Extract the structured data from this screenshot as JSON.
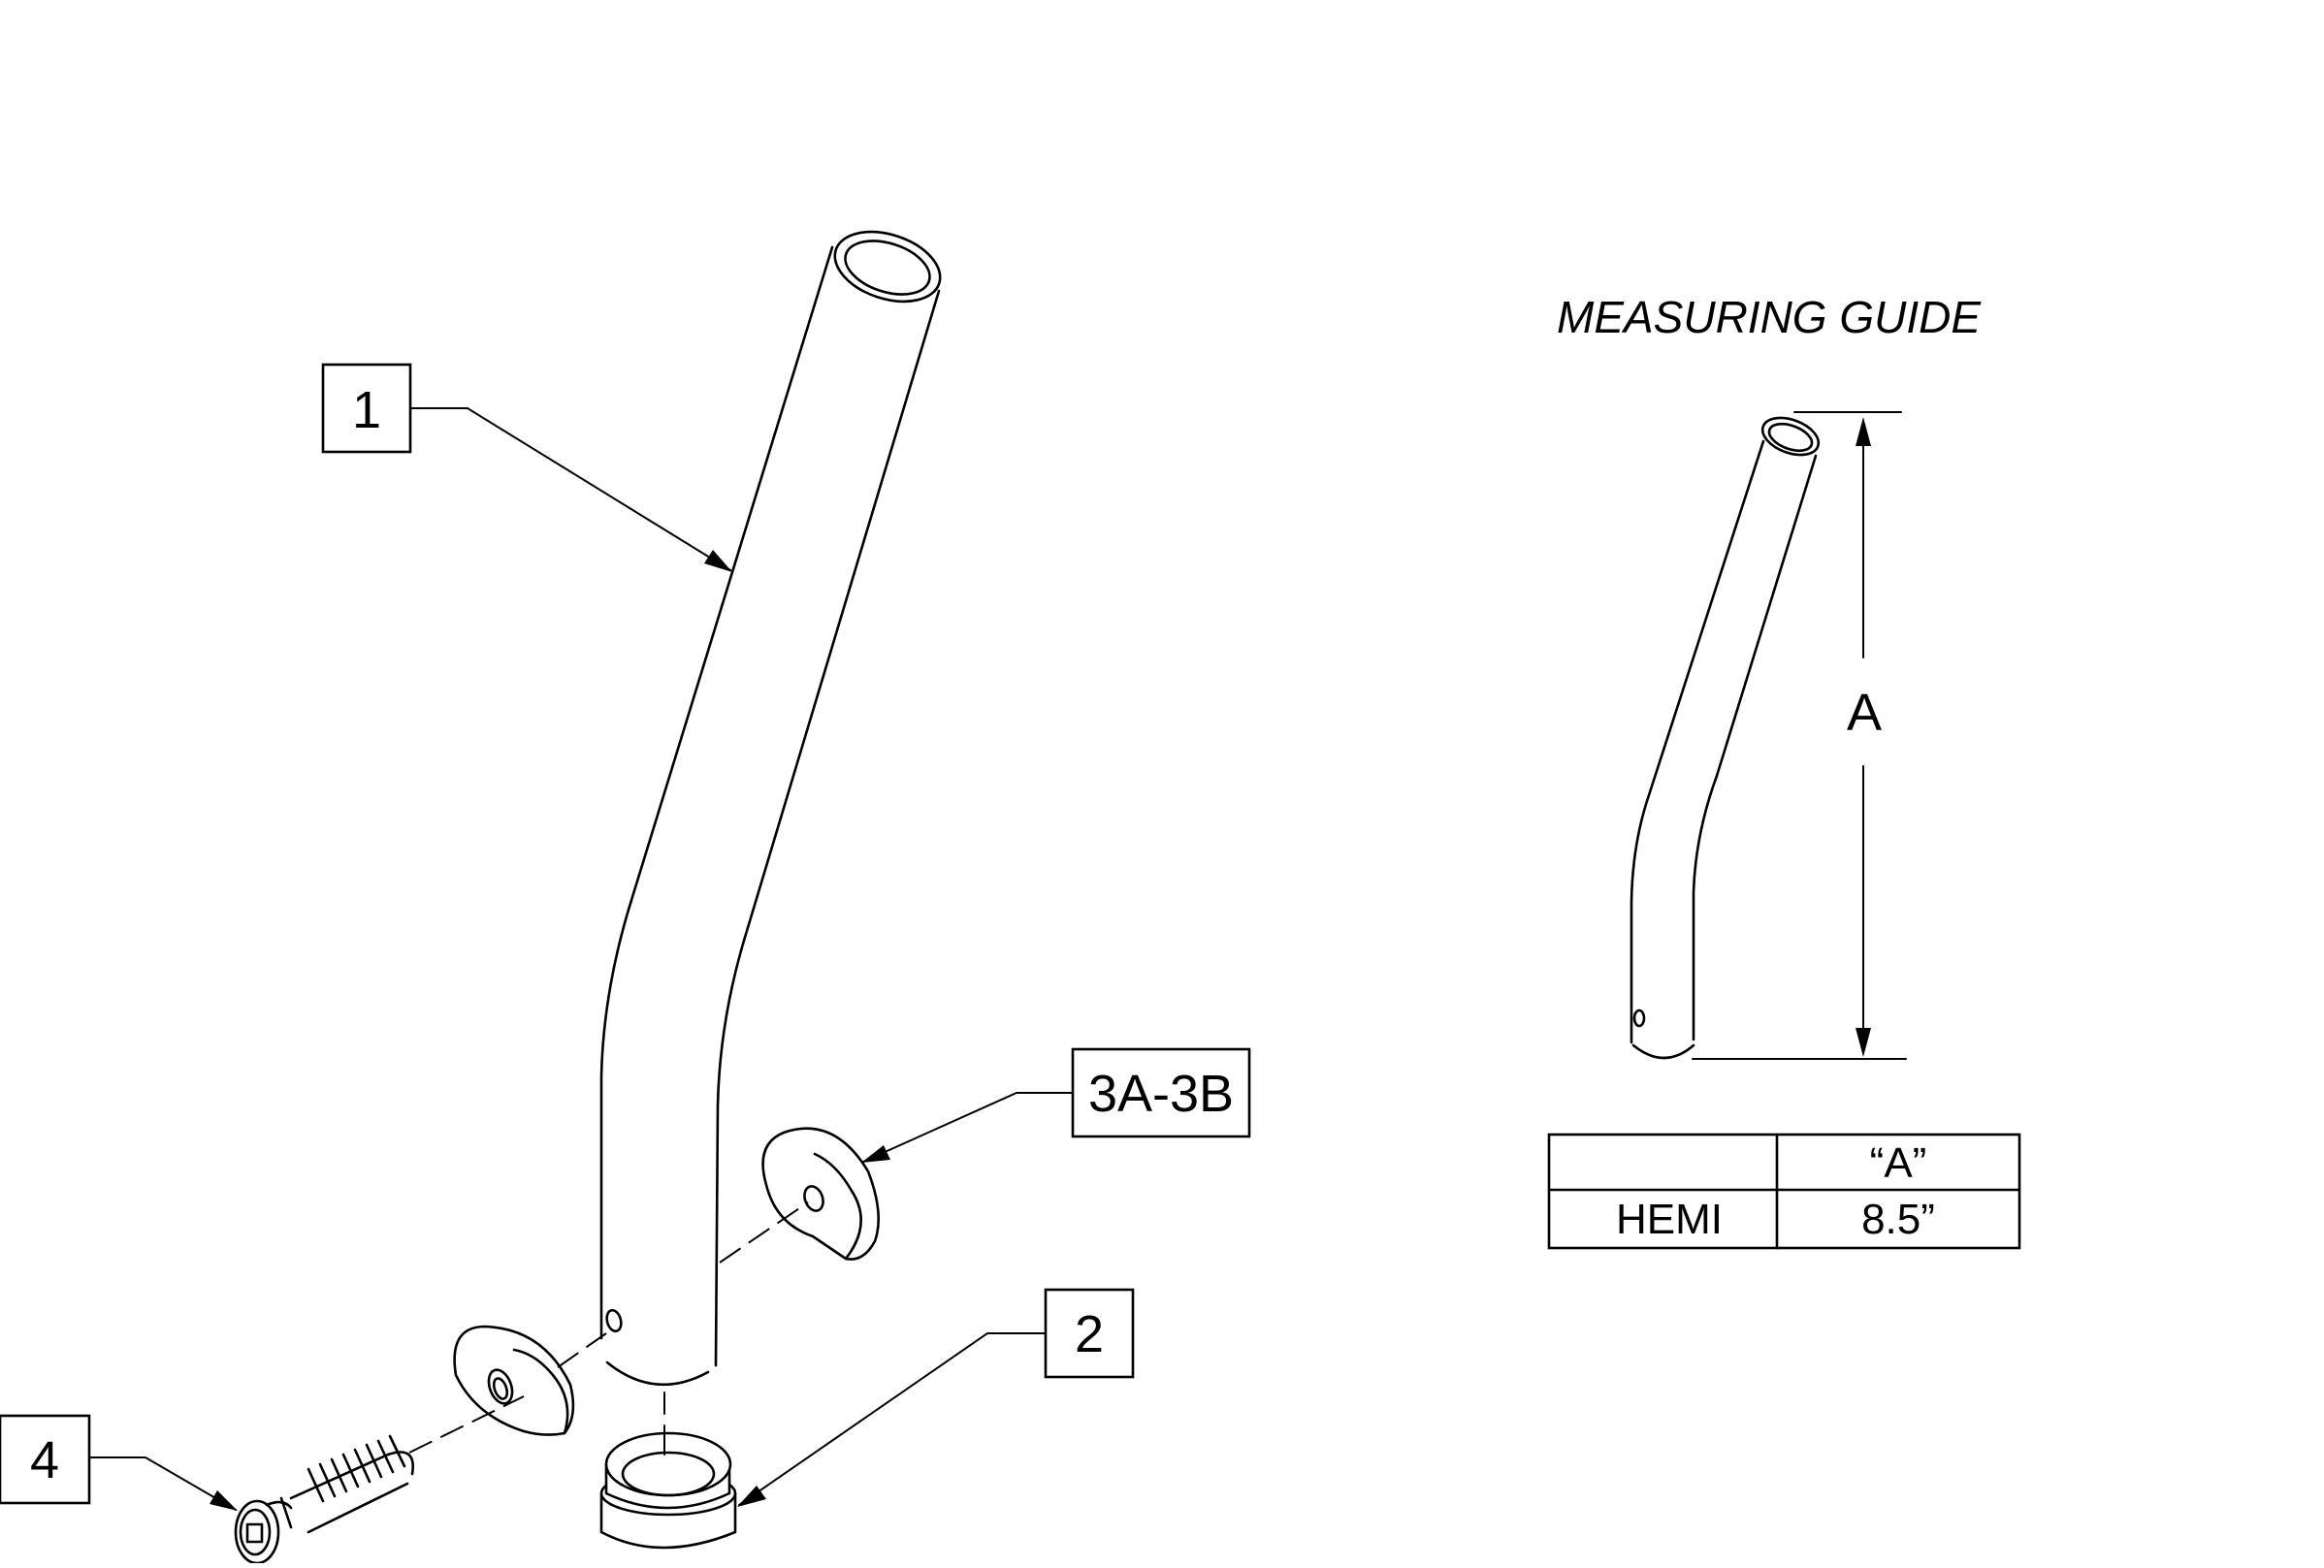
{
  "callouts": {
    "c1": "1",
    "c2": "2",
    "c3": "3A-3B",
    "c4": "4"
  },
  "guide": {
    "title": "MEASURING GUIDE",
    "dimension_label": "A"
  },
  "table": {
    "header": [
      "",
      "“A”"
    ],
    "rows": [
      [
        "HEMI",
        "8.5”"
      ]
    ]
  }
}
